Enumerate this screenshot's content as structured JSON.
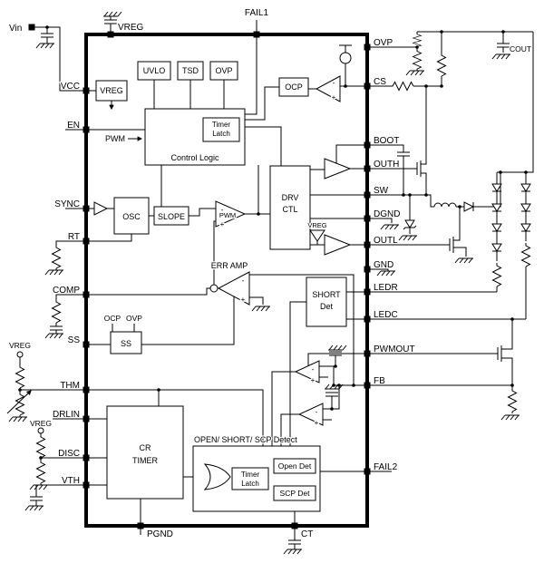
{
  "pins": {
    "vin": "Vin",
    "vreg_top": "VREG",
    "fail1": "FAIL1",
    "vcc": "VCC",
    "en": "EN",
    "sync": "SYNC",
    "rt": "RT",
    "comp": "COMP",
    "ss": "SS",
    "thm": "THM",
    "drlin": "DRLIN",
    "disc": "DISC",
    "vth": "VTH",
    "ovp": "OVP",
    "cs": "CS",
    "boot": "BOOT",
    "outh": "OUTH",
    "sw": "SW",
    "dgnd": "DGND",
    "outl": "OUTL",
    "gnd": "GND",
    "ledr": "LEDR",
    "ledc": "LEDC",
    "pwmout": "PWMOUT",
    "fb": "FB",
    "fail2": "FAIL2",
    "pgnd": "PGND",
    "ct": "CT"
  },
  "blocks": {
    "vreg_box": "VREG",
    "uvlo": "UVLO",
    "tsd": "TSD",
    "ovp_box": "OVP",
    "timer1": "Timer",
    "latch1": "Latch",
    "control_logic": "Control Logic",
    "pwm_in": "PWM",
    "ocp_box": "OCP",
    "osc": "OSC",
    "slope": "SLOPE",
    "pwm_comp": "PWM",
    "drv": "DRV",
    "ctl": "CTL",
    "vreg_drv": "VREG",
    "err_amp": "ERR AMP",
    "short_l1": "SHORT",
    "short_l2": "Det",
    "ocp_lbl": "OCP",
    "ovp_lbl": "OVP",
    "ss_box": "SS",
    "cr_l1": "CR",
    "cr_l2": "TIMER",
    "detect_title": "OPEN/ SHORT/ SCP Detect",
    "timer2": "Timer",
    "latch2": "Latch",
    "open_det": "Open Det",
    "scp_det": "SCP Det"
  },
  "ext": {
    "cout": "COUT",
    "vreg_thm": "VREG",
    "vreg_disc": "VREG"
  },
  "sym": {
    "plus": "+",
    "minus": "-"
  }
}
